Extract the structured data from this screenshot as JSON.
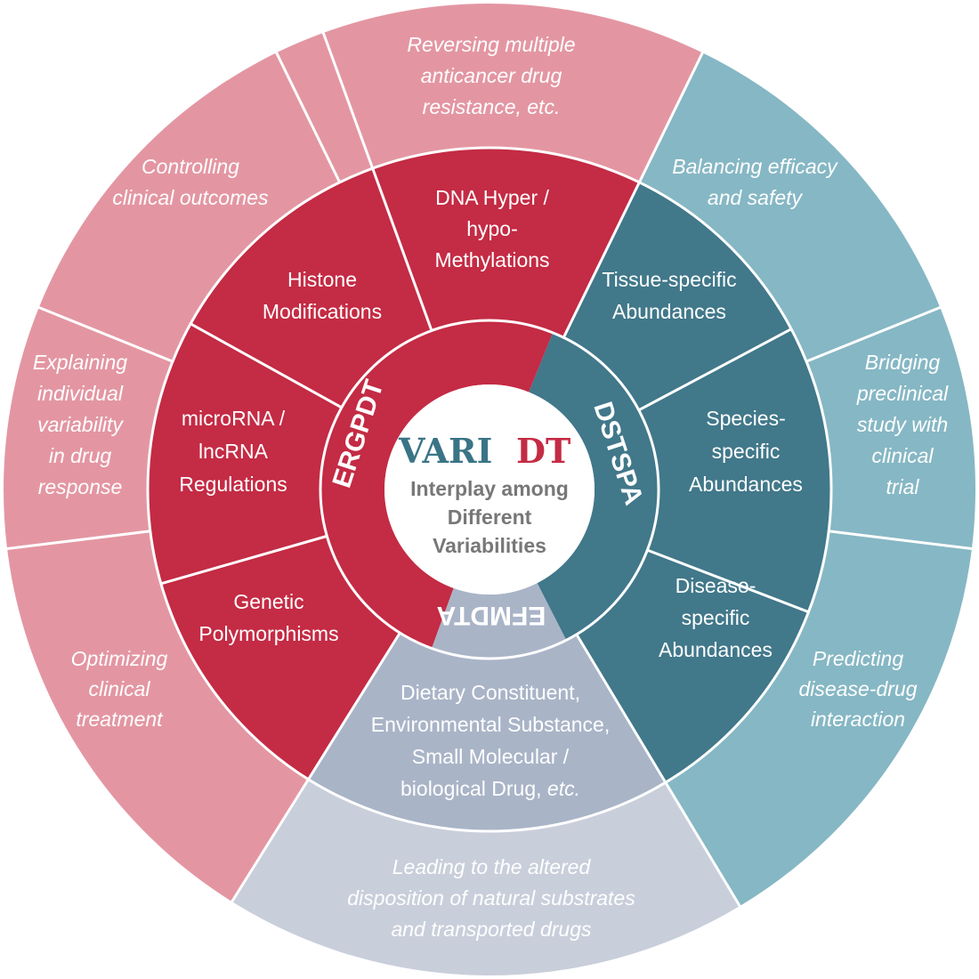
{
  "colors": {
    "outer_red": "#e396a2",
    "mid_red": "#c42b44",
    "outer_teal": "#86b7c4",
    "mid_teal": "#41788a",
    "outer_grey": "#c9cedb",
    "mid_grey": "#a9b4c7",
    "center": "#ffffff",
    "divider": "#ffffff"
  },
  "center": {
    "logo_part1": "VARI",
    "logo_part2": "DT",
    "text_lines": [
      "Interplay among",
      "Different",
      "Variabilities"
    ]
  },
  "ring_labels": {
    "left": "ERGPDT",
    "right": "DSTSPA",
    "bottom": "EFMDTA"
  },
  "middle_ring": {
    "dna": [
      "DNA Hyper /",
      "hypo-",
      "Methylations"
    ],
    "histone": [
      "Histone",
      "Modifications"
    ],
    "microrna": [
      "microRNA /",
      "lncRNA",
      "Regulations"
    ],
    "genetic": [
      "Genetic",
      "Polymorphisms"
    ],
    "tissue": [
      "Tissue-specific",
      "Abundances"
    ],
    "species": [
      "Species-",
      "specific",
      "Abundances"
    ],
    "disease": [
      "Disease-",
      "specific",
      "Abundances"
    ],
    "dietary": [
      "Dietary Constituent,",
      "Environmental Substance,",
      "Small Molecular /",
      "biological Drug, "
    ],
    "dietary_etc": "etc."
  },
  "outer_ring": {
    "reversing": [
      "Reversing multiple",
      "anticancer drug",
      "resistance, etc."
    ],
    "controlling": [
      "Controlling",
      "clinical outcomes"
    ],
    "explaining": [
      "Explaining",
      "individual",
      "variability",
      "in drug",
      "response"
    ],
    "optimizing": [
      "Optimizing",
      "clinical",
      "treatment"
    ],
    "balancing": [
      "Balancing efficacy",
      "and safety"
    ],
    "bridging": [
      "Bridging",
      "preclinical",
      "study with",
      "clinical",
      "trial"
    ],
    "predicting": [
      "Predicting",
      "disease-drug",
      "interaction"
    ],
    "leading": [
      "Leading to the altered",
      "disposition of natural substrates",
      "and transported drugs"
    ]
  }
}
